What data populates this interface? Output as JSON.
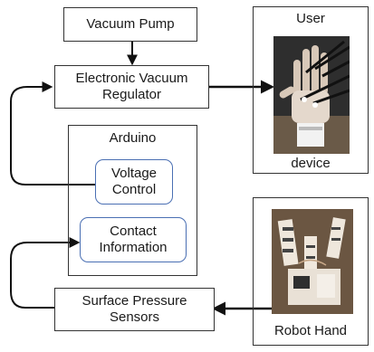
{
  "nodes": {
    "vacuum_pump": "Vacuum Pump",
    "regulator": "Electronic Vacuum\nRegulator",
    "arduino": "Arduino",
    "voltage_control": "Voltage\nControl",
    "contact_information": "Contact\nInformation",
    "pressure_sensors": "Surface Pressure\nSensors"
  },
  "user_panel": {
    "title": "User",
    "caption": "device"
  },
  "robot_panel": {
    "caption": "Robot Hand"
  }
}
